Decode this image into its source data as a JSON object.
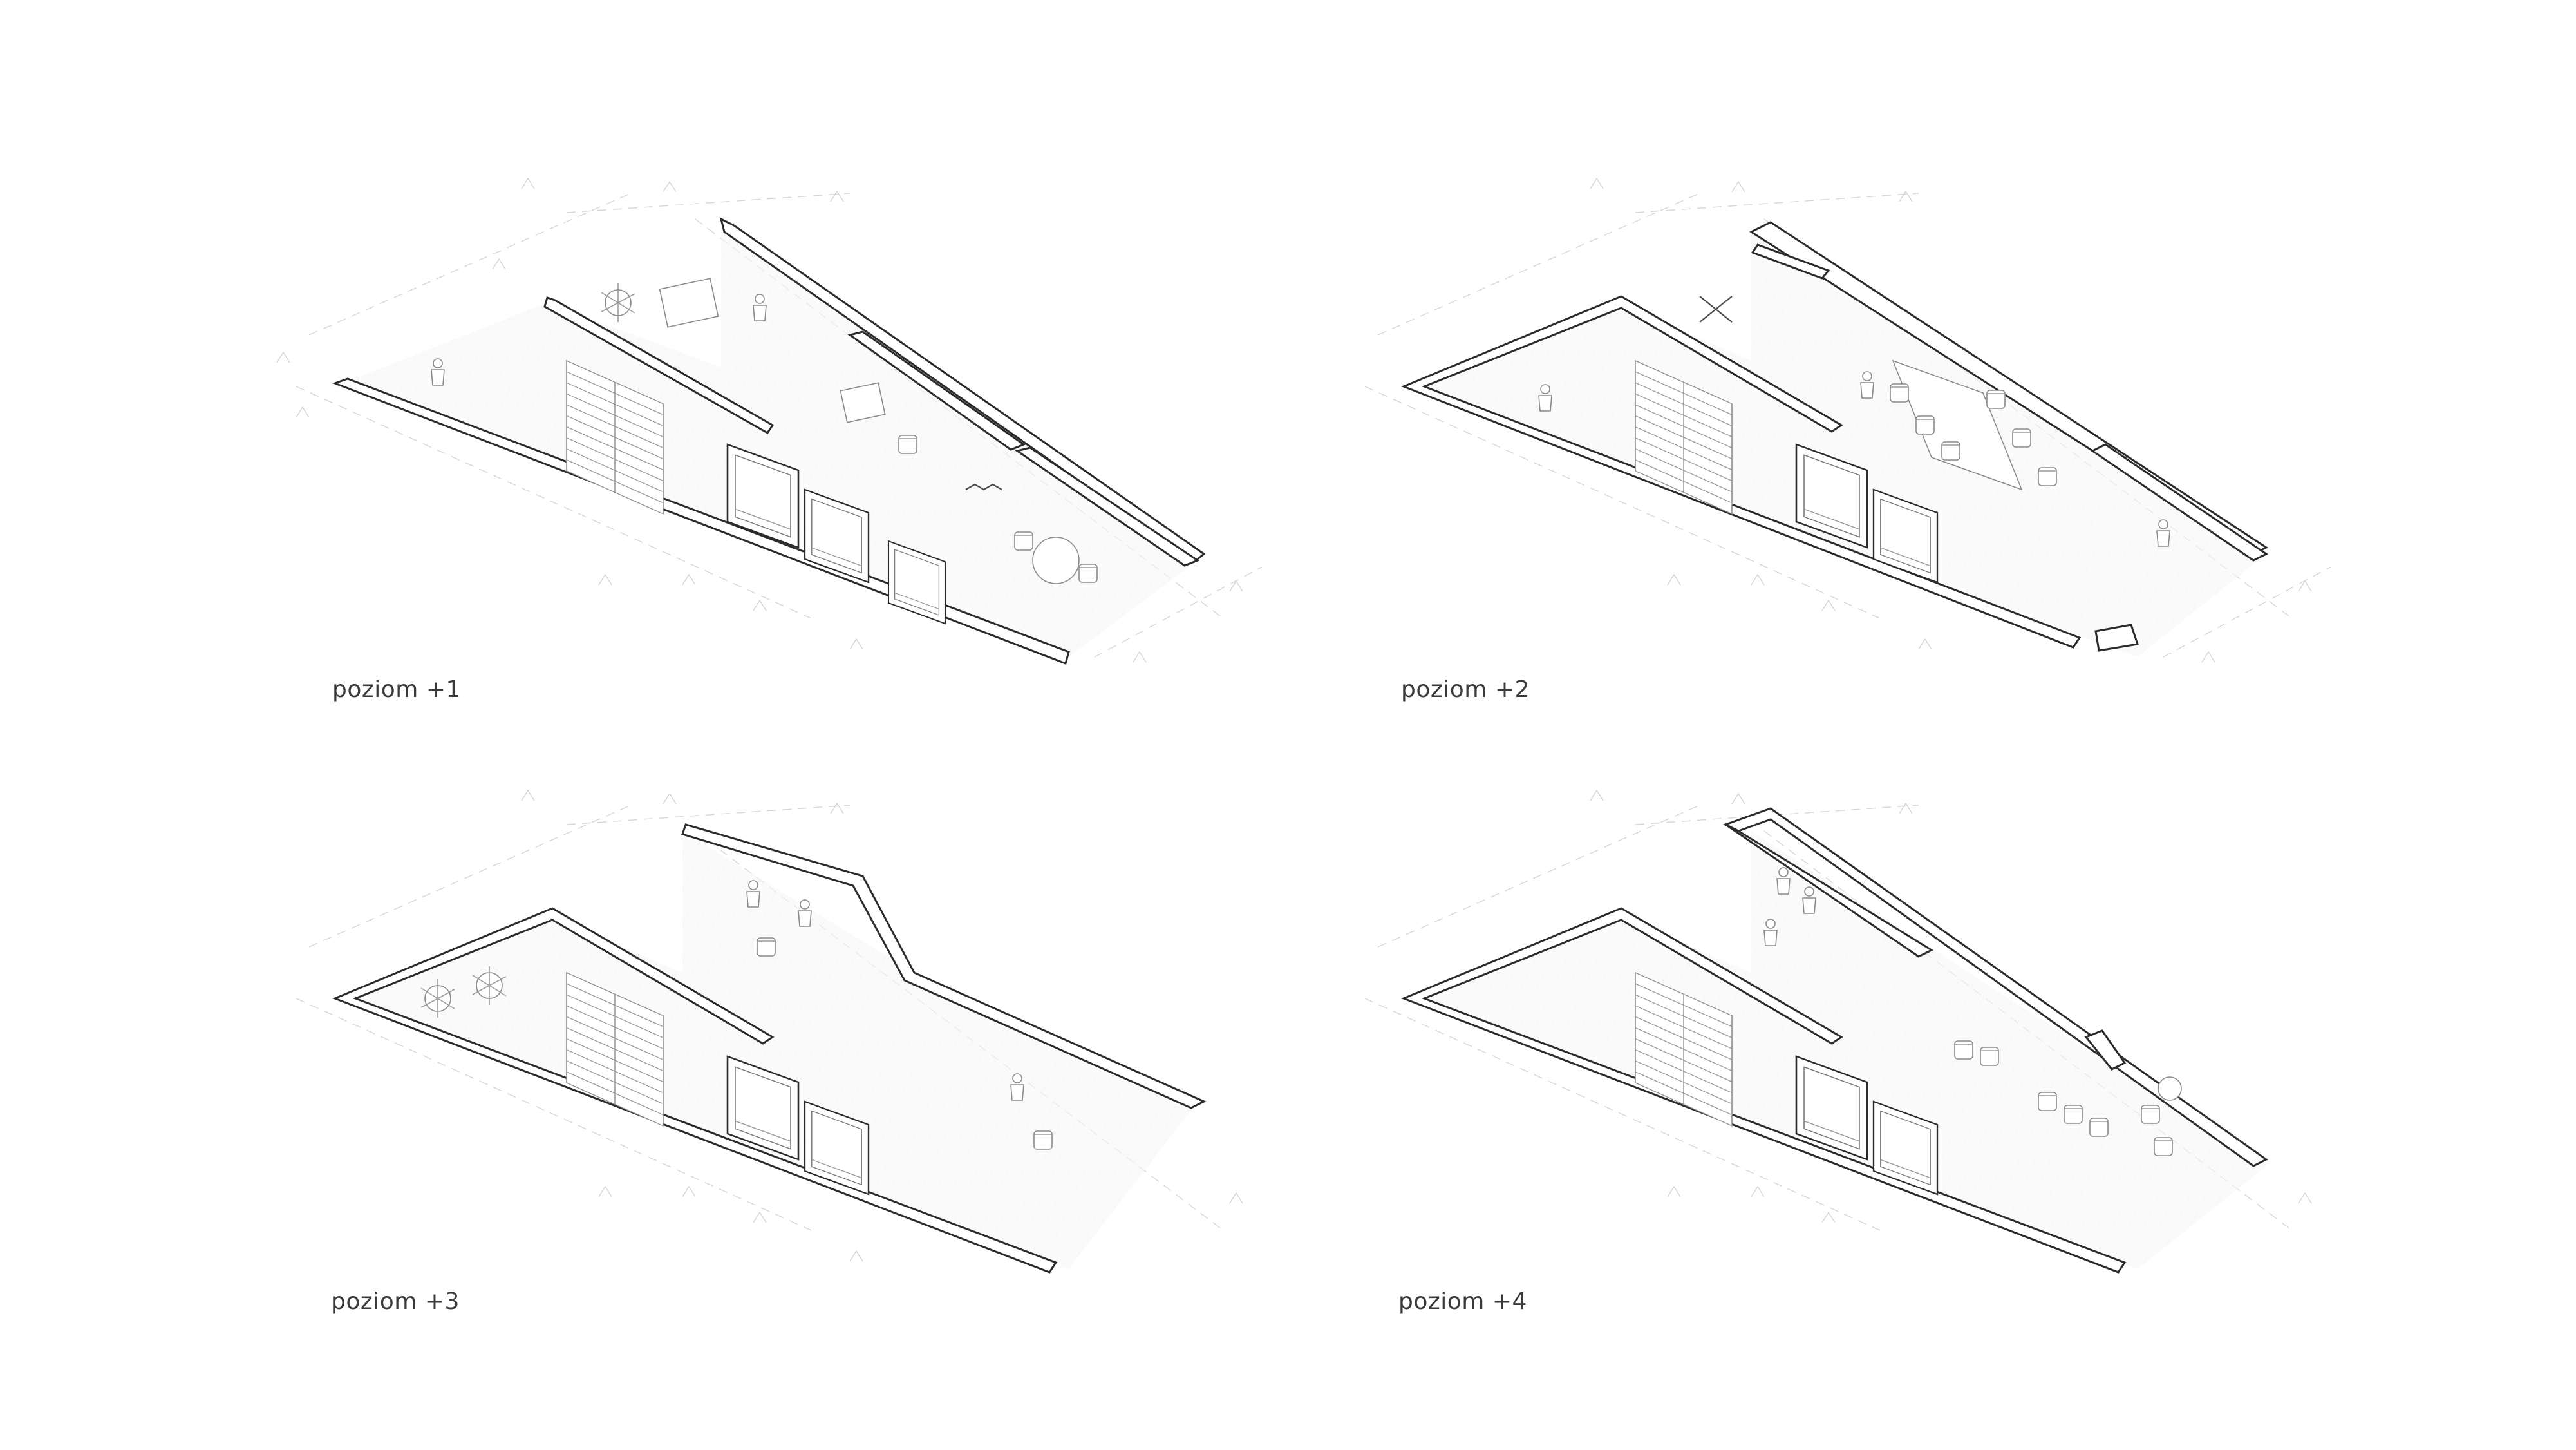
{
  "levels": [
    {
      "id": "level-1",
      "label": "poziom +1"
    },
    {
      "id": "level-2",
      "label": "poziom +2"
    },
    {
      "id": "level-3",
      "label": "poziom +3"
    },
    {
      "id": "level-4",
      "label": "poziom +4"
    }
  ]
}
